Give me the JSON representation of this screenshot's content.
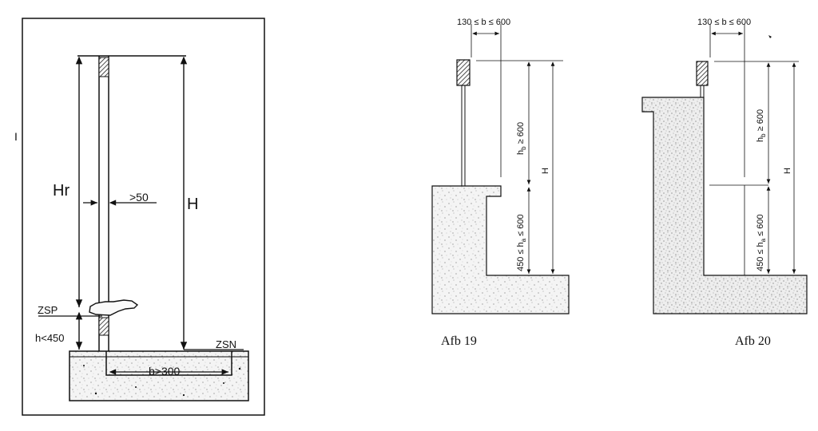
{
  "left_figure": {
    "labels": {
      "hr": "Hr",
      "gap": ">50",
      "height": "H",
      "zsp": "ZSP",
      "h_limit": "h<450",
      "zsn": "ZSN",
      "b_limit": "b>300",
      "margin_mark": "I"
    }
  },
  "afb19": {
    "b_range": "130 ≤ b ≤ 600",
    "hb": "h",
    "hb_sub": "b",
    "hb_rest": " ≥ 600",
    "H": "H",
    "ha_pre": "450 ≤ h",
    "ha_sub": "a",
    "ha_post": " ≤ 600",
    "caption": "Afb 19"
  },
  "afb20": {
    "b_range": "130 ≤ b ≤ 600",
    "hb": "h",
    "hb_sub": "b",
    "hb_rest": " ≥ 600",
    "H": "H",
    "ha_pre": "450 ≤ h",
    "ha_sub": "a",
    "ha_post": " ≤ 600",
    "caption": "Afb 20"
  }
}
